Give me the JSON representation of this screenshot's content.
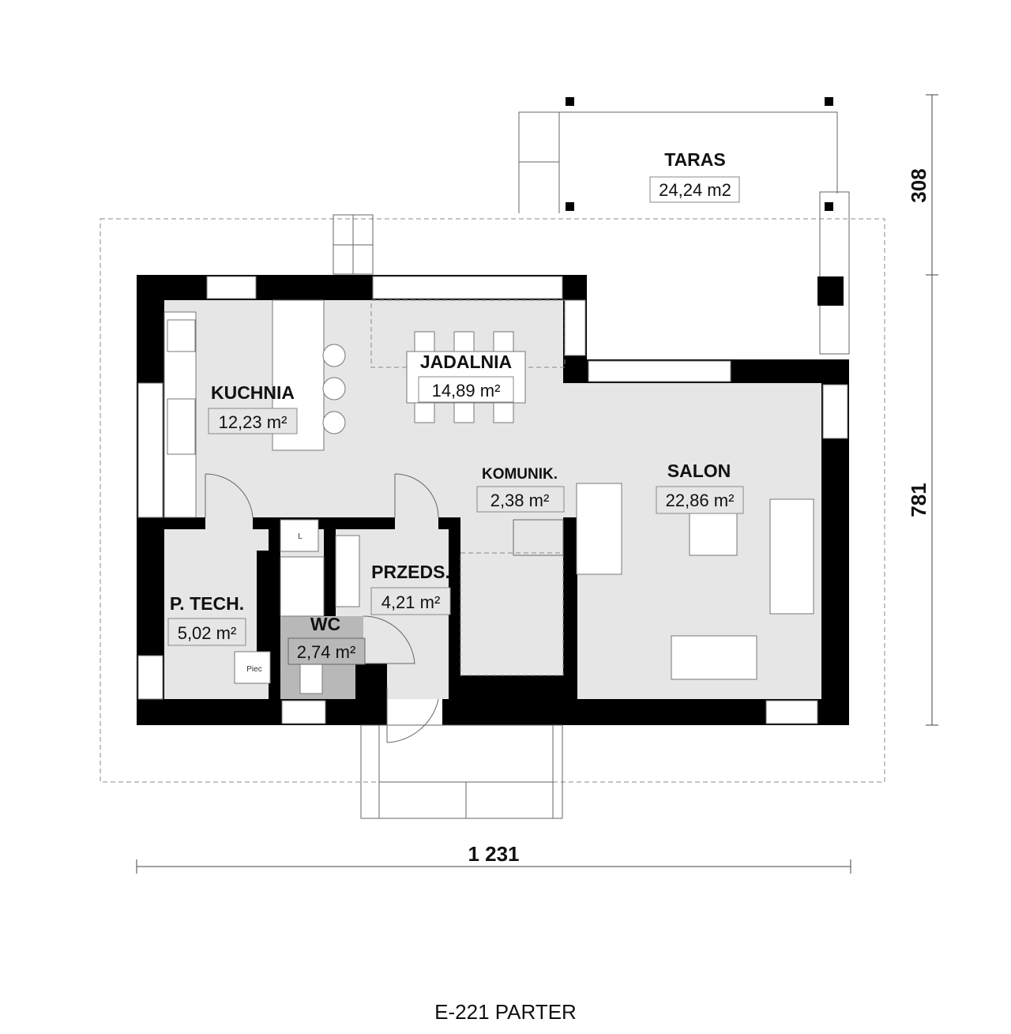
{
  "plan": {
    "title": "E-221 PARTER",
    "dimensions": {
      "width": "1 231",
      "depth": "781",
      "terrace_depth": "308"
    },
    "rooms": [
      {
        "name": "TARAS",
        "area": "24,24 m2"
      },
      {
        "name": "KUCHNIA",
        "area": "12,23 m²"
      },
      {
        "name": "JADALNIA",
        "area": "14,89 m²"
      },
      {
        "name": "KOMUNIK.",
        "area": "2,38 m²"
      },
      {
        "name": "SALON",
        "area": "22,86 m²"
      },
      {
        "name": "PRZEDS.",
        "area": "4,21 m²"
      },
      {
        "name": "P. TECH.",
        "area": "5,02 m²"
      },
      {
        "name": "WC",
        "area": "2,74 m²"
      }
    ],
    "fixtures": {
      "furnace": "Piec",
      "washer": "L"
    },
    "colors": {
      "floor": "#e6e6e6",
      "wc_floor": "#b8b8b8",
      "wall": "#000000"
    }
  }
}
